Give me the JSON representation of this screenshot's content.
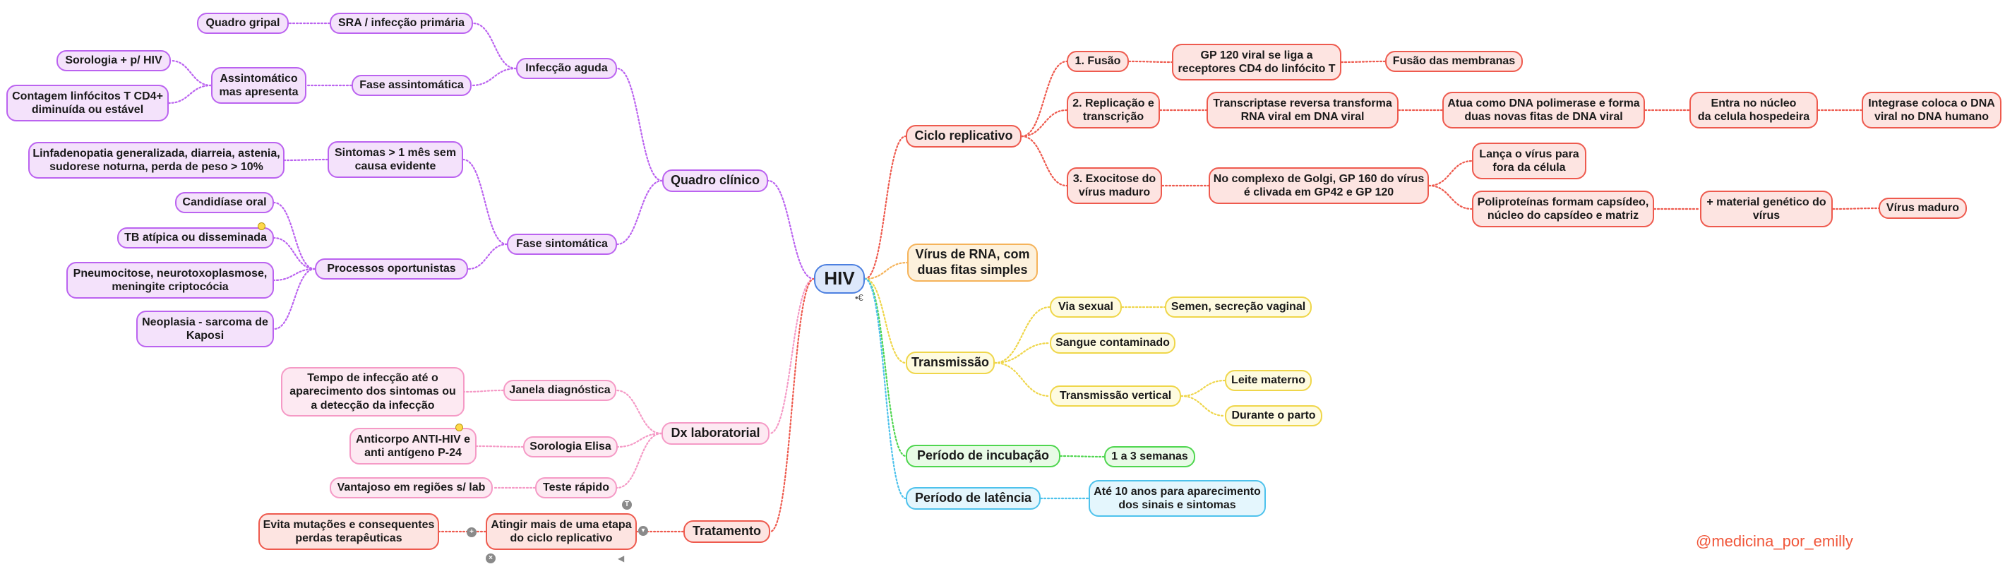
{
  "watermark": "@medicina_por_emilly",
  "colors": {
    "purple": "#bb63f0",
    "pink": "#f59ac6",
    "red": "#ee5a4e",
    "orange": "#f5b35a",
    "yellow": "#efd64a",
    "green": "#4fd64f",
    "blue": "#4ec2ec",
    "root": "#4d80e0"
  },
  "nodes": {
    "root": "HIV",
    "quadro": "Quadro clínico",
    "infeccao": "Infecção aguda",
    "sra": "SRA / infecção primária",
    "gripal": "Quadro gripal",
    "fase_assint": "Fase assintomática",
    "assint": "Assintomático\nmas apresenta",
    "sorologia": "Sorologia + p/ HIV",
    "contagem": "Contagem linfócitos T CD4+\ndiminuída ou estável",
    "fase_sint": "Fase sintomática",
    "sintomas": "Sintomas > 1 mês sem\ncausa evidente",
    "linfadenopatia": "Linfadenopatia generalizada, diarreia, astenia,\nsudorese noturna, perda de peso > 10%",
    "processos": "Processos oportunistas",
    "candidiase": "Candidíase oral",
    "tb": "TB atípica ou disseminada",
    "pneumo": "Pneumocitose, neurotoxoplasmose,\nmeningite criptocócia",
    "neoplasia": "Neoplasia - sarcoma de\nKaposi",
    "dx": "Dx laboratorial",
    "janela": "Janela diagnóstica",
    "tempo": "Tempo de infecção até o\naparecimento dos sintomas ou\na detecção da infecção",
    "sorologia_elisa": "Sorologia Elisa",
    "anticorpo": "Anticorpo ANTI-HIV e\nanti antígeno P-24",
    "teste": "Teste rápido",
    "vantajoso": "Vantajoso em regiões s/ lab",
    "tratamento": "Tratamento",
    "atingir": "Atingir mais de uma etapa\ndo ciclo replicativo",
    "evita": "Evita mutações e consequentes\nperdas terapêuticas",
    "ciclo": "Ciclo replicativo",
    "fusao": "1. Fusão",
    "gp120": "GP 120 viral se liga a\nreceptores CD4 do linfócito T",
    "fusao_membranas": "Fusão das membranas",
    "replicacao": "2. Replicação e\ntranscrição",
    "transcriptase": "Transcriptase reversa transforma\nRNA viral em DNA viral",
    "atua": "Atua como DNA polimerase e forma\nduas novas fitas de DNA viral",
    "entra": "Entra no núcleo\nda celula hospedeira",
    "integrase": "Integrase coloca o DNA\nviral no DNA humano",
    "exocitose": "3. Exocitose do\nvírus maduro",
    "golgi": "No complexo de Golgi, GP 160 do vírus\né clivada em GP42 e GP 120",
    "lanca": "Lança o vírus para\nfora da célula",
    "poliproteinas": "Poliproteínas formam capsídeo,\nnúcleo do capsídeo e matriz",
    "material": "+ material genético do\nvírus",
    "virus_maduro": "Vírus maduro",
    "rna": "Vírus de RNA, com\nduas fitas simples",
    "transmissao": "Transmissão",
    "via_sexual": "Via sexual",
    "semen": "Semen, secreção vaginal",
    "sangue": "Sangue contaminado",
    "vertical": "Transmissão vertical",
    "leite": "Leite materno",
    "parto": "Durante o parto",
    "incubacao": "Período de incubação",
    "semanas": "1 a 3 semanas",
    "latencia": "Período de latência",
    "ate10": "Até 10 anos para aparecimento\ndos sinais e sintomas"
  }
}
